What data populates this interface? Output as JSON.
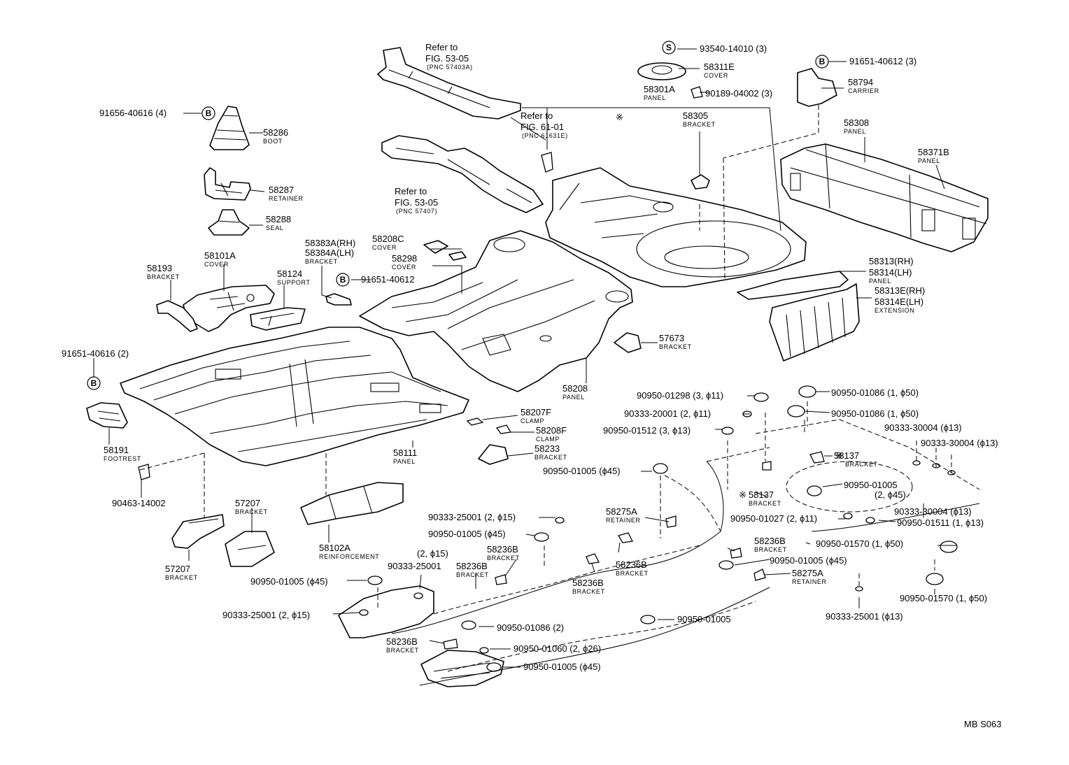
{
  "refs": [
    {
      "id": "ref-a",
      "l1": "Refer to",
      "l2": "FIG. 53-05",
      "l3": "(PNC 57403A)"
    },
    {
      "id": "ref-b",
      "l1": "Refer to",
      "l2": "FIG. 61-01",
      "l3": "(PNC 61631E)"
    },
    {
      "id": "ref-c",
      "l1": "Refer to",
      "l2": "FIG. 53-05",
      "l3": "(PNC 57407)"
    }
  ],
  "circle_marks": {
    "b": "B",
    "s": "S"
  },
  "special_mark": "※",
  "callouts": [
    {
      "id": "c1",
      "pn": "91656-40616 (4)"
    },
    {
      "id": "c2",
      "pn": "58286",
      "name": "BOOT"
    },
    {
      "id": "c3",
      "pn": "58287",
      "name": "RETAINER"
    },
    {
      "id": "c4",
      "pn": "58288",
      "name": "SEAL"
    },
    {
      "id": "c5",
      "pn": "58101A",
      "name": "COVER"
    },
    {
      "id": "c6",
      "pn": "58193",
      "name": "BRACKET"
    },
    {
      "id": "c7",
      "pn": "58124",
      "name": "SUPPORT"
    },
    {
      "id": "c8",
      "pn": "58383A(RH)"
    },
    {
      "id": "c9",
      "pn": "58384A(LH)",
      "name": "BRACKET"
    },
    {
      "id": "c10",
      "pn": "58208C",
      "name": "COVER"
    },
    {
      "id": "c11",
      "pn": "58298",
      "name": "COVER"
    },
    {
      "id": "c12",
      "pn": "91651-40612"
    },
    {
      "id": "c13",
      "pn": "93540-14010 (3)"
    },
    {
      "id": "c14",
      "pn": "58311E",
      "name": "COVER"
    },
    {
      "id": "c15",
      "pn": "58301A",
      "name": "PANEL"
    },
    {
      "id": "c16",
      "pn": "90189-04002 (3)"
    },
    {
      "id": "c17",
      "pn": "58305",
      "name": "BRACKET"
    },
    {
      "id": "c18",
      "pn": "91651-40612 (3)"
    },
    {
      "id": "c19",
      "pn": "58794",
      "name": "CARRIER"
    },
    {
      "id": "c20",
      "pn": "58308",
      "name": "PANEL"
    },
    {
      "id": "c21",
      "pn": "58371B",
      "name": "PANEL"
    },
    {
      "id": "c22",
      "pn": "58313(RH)"
    },
    {
      "id": "c23",
      "pn": "58314(LH)",
      "name": "PANEL"
    },
    {
      "id": "c24",
      "pn": "58313E(RH)"
    },
    {
      "id": "c25",
      "pn": "58314E(LH)",
      "name": "EXTENSION"
    },
    {
      "id": "c26",
      "pn": "57673",
      "name": "BRACKET"
    },
    {
      "id": "c27",
      "pn": "58208",
      "name": "PANEL"
    },
    {
      "id": "c28",
      "pn": "91651-40616 (2)"
    },
    {
      "id": "c29",
      "pn": "58191",
      "name": "FOOTREST"
    },
    {
      "id": "c30",
      "pn": "90463-14002"
    },
    {
      "id": "c31",
      "pn": "58111",
      "name": "PANEL"
    },
    {
      "id": "c32",
      "pn": "58207F",
      "name": "CLAMP"
    },
    {
      "id": "c33",
      "pn": "58208F",
      "name": "CLAMP"
    },
    {
      "id": "c34",
      "pn": "58233",
      "name": "BRACKET"
    },
    {
      "id": "c35",
      "pn": "57207",
      "name": "BRACKET"
    },
    {
      "id": "c36",
      "pn": "57207",
      "name": "BRACKET"
    },
    {
      "id": "c37",
      "pn": "58102A",
      "name": "REINFORCEMENT"
    },
    {
      "id": "c38",
      "pn": "90950-01298 (3, ϕ11)"
    },
    {
      "id": "c39",
      "pn": "90333-20001 (2, ϕ11)"
    },
    {
      "id": "c40",
      "pn": "90950-01512 (3, ϕ13)"
    },
    {
      "id": "c41",
      "pn": "90950-01086 (1, ϕ50)"
    },
    {
      "id": "c42",
      "pn": "90950-01086 (1, ϕ50)"
    },
    {
      "id": "c43",
      "pn": "90333-30004 (ϕ13)"
    },
    {
      "id": "c44",
      "pn": "90333-30004 (ϕ13)"
    },
    {
      "id": "c45",
      "pn": "58137",
      "name": "BRACKET"
    },
    {
      "id": "c46",
      "pn": "90950-01005 (ϕ45)"
    },
    {
      "id": "c47",
      "pn": "58137",
      "name": "BRACKET"
    },
    {
      "id": "c48",
      "pn": "90950-01005"
    },
    {
      "id": "c49",
      "pn": "(2, ϕ45)"
    },
    {
      "id": "c50",
      "pn": "90333-30004 (ϕ13)"
    },
    {
      "id": "c51",
      "pn": "90950-01511 (1, ϕ13)"
    },
    {
      "id": "c52",
      "pn": "90950-01027 (2, ϕ11)"
    },
    {
      "id": "c53",
      "pn": "90333-25001 (2, ϕ15)"
    },
    {
      "id": "c54",
      "pn": "58275A",
      "name": "RETAINER"
    },
    {
      "id": "c55",
      "pn": "90950-01005 (ϕ45)"
    },
    {
      "id": "c56",
      "pn": "58236B",
      "name": "BRACKET"
    },
    {
      "id": "c57",
      "pn": "58236B",
      "name": "BRACKET"
    },
    {
      "id": "c58",
      "pn": "90950-01570 (1, ϕ50)"
    },
    {
      "id": "c59",
      "pn": "(2, ϕ15)"
    },
    {
      "id": "c60",
      "pn": "90333-25001"
    },
    {
      "id": "c61",
      "pn": "58236B",
      "name": "BRACKET"
    },
    {
      "id": "c62",
      "pn": "58236B",
      "name": "BRACKET"
    },
    {
      "id": "c63",
      "pn": "58236B",
      "name": "BRACKET"
    },
    {
      "id": "c64",
      "pn": "90950-01005 (ϕ45)"
    },
    {
      "id": "c65",
      "pn": "58275A",
      "name": "RETAINER"
    },
    {
      "id": "c66",
      "pn": "90950-01005 (ϕ45)"
    },
    {
      "id": "c67",
      "pn": "90950-01570 (1, ϕ50)"
    },
    {
      "id": "c68",
      "pn": "90333-25001 (2, ϕ15)"
    },
    {
      "id": "c69",
      "pn": "90950-01086 (2)"
    },
    {
      "id": "c70",
      "pn": "90950-01005"
    },
    {
      "id": "c71",
      "pn": "58236B",
      "name": "BRACKET"
    },
    {
      "id": "c72",
      "pn": "90950-01060 (2, ϕ26)"
    },
    {
      "id": "c73",
      "pn": "90950-01005 (ϕ45)"
    },
    {
      "id": "c74",
      "pn": "90333-25001 (ϕ13)"
    }
  ],
  "figure_code": "MB S063"
}
